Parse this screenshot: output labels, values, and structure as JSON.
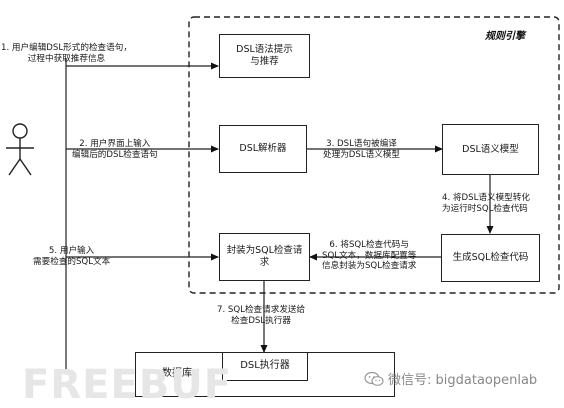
{
  "region": {
    "title": "规则引擎"
  },
  "boxes": {
    "dsl_hint": "DSL语法提示\n与推荐",
    "dsl_parser": "DSL解析器",
    "dsl_model": "DSL语义模型",
    "encapsulate": "封装为SQL检查请\n求",
    "generate": "生成SQL检查代码",
    "executor": "DSL执行器",
    "database": "数据库"
  },
  "labels": {
    "step1": "1. 用户编辑DSL形式的检查语句，\n过程中获取推荐信息",
    "step2": "2. 用户界面上输入\n编辑后的DSL检查语句",
    "step3": "3. DSL语句被编译\n处理为DSL语义模型",
    "step4": "4. 将DSL语义模型转化\n为运行时SQL检查代码",
    "step5": "5. 用户输入\n需要检查的SQL文本",
    "step6": "6. 将SQL检查代码与\nSQL文本，数据库配置等\n信息封装为SQL检查请求",
    "step7": "7. SQL检查请求发送给\n检查DSL执行器"
  },
  "watermark": {
    "logo": "FREEBUF",
    "wechat": "微信号: bigdataopenlab"
  }
}
